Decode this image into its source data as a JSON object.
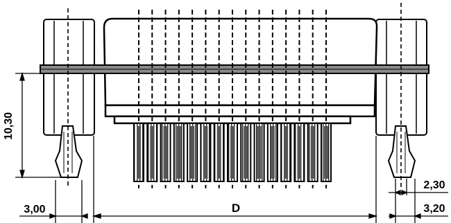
{
  "dimensions": {
    "height_left": "10,30",
    "width_left": "3,00",
    "width_span": "D",
    "width_right_small": "2,30",
    "width_right_large": "3,20"
  },
  "pin_count": 15
}
